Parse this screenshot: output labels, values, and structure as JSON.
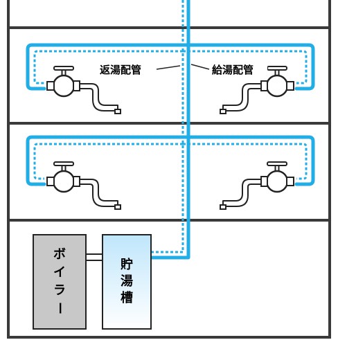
{
  "labels": {
    "return_pipe": "返湯配管",
    "supply_pipe": "給湯配管"
  },
  "equipment": {
    "boiler": [
      "ボ",
      "イ",
      "ラ",
      "ー"
    ],
    "storage_tank": [
      "貯",
      "湯",
      "槽"
    ]
  },
  "colors": {
    "supply_pipe": "#21aee6",
    "return_pipe": "#21aee6",
    "building_frame": "#3a3a3a",
    "boiler_fill": "#c8c8c8",
    "tank_fill_top": "#bfe6fb",
    "tank_fill_bottom": "#ffffff",
    "faucet_fill": "#ffffff",
    "faucet_stroke": "#222222"
  },
  "icons": {
    "faucet": "water-faucet-icon"
  }
}
